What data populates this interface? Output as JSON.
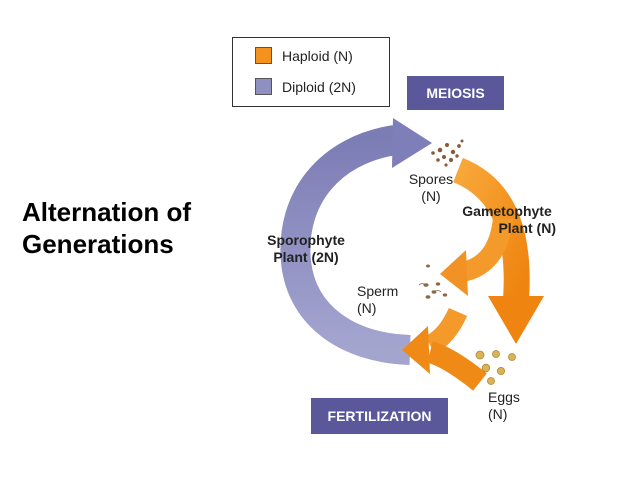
{
  "title": {
    "line1": "Alternation of",
    "line2": "Generations"
  },
  "legend": {
    "haploid": {
      "label": "Haploid (N)",
      "color": "#f5921e"
    },
    "diploid": {
      "label": "Diploid (2N)",
      "color": "#8f8fc0"
    }
  },
  "boxes": {
    "meiosis": "MEIOSIS",
    "fertilization": "FERTILIZATION"
  },
  "labels": {
    "spores": {
      "line1": "Spores",
      "line2": "(N)"
    },
    "gametophyte": {
      "line1": "Gametophyte",
      "line2": "Plant (N)"
    },
    "sporophyte": {
      "line1": "Sporophyte",
      "line2": "Plant (2N)"
    },
    "sperm": {
      "line1": "Sperm",
      "line2": "(N)"
    },
    "eggs": {
      "line1": "Eggs",
      "line2": "(N)"
    }
  }
}
